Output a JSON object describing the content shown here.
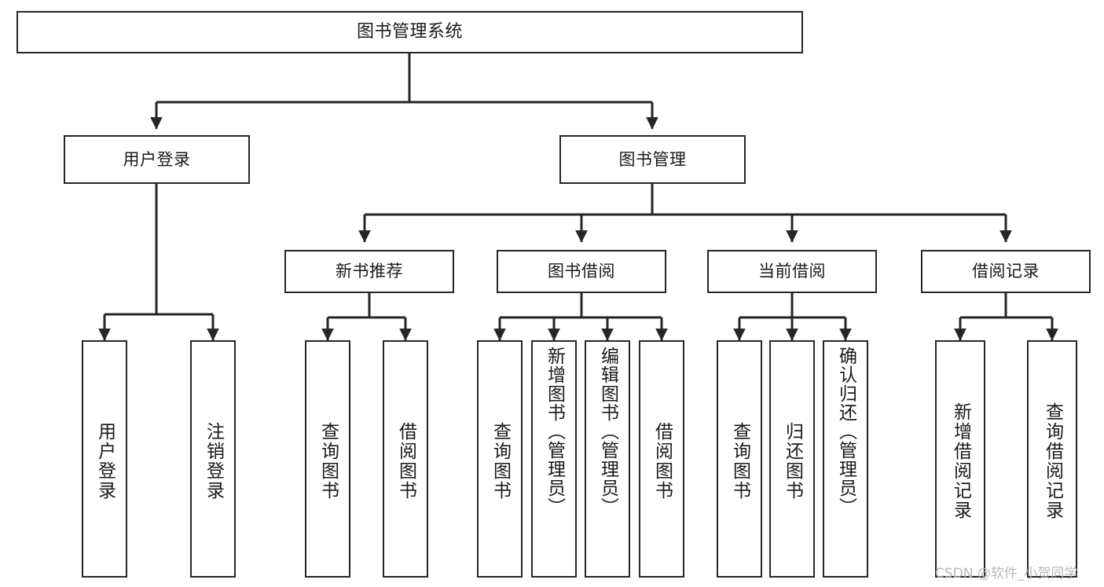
{
  "diagram": {
    "title": "图书管理系统",
    "type": "tree-hierarchy-chart",
    "root": {
      "label": "图书管理系统"
    },
    "level2": [
      {
        "label": "用户登录"
      },
      {
        "label": "图书管理"
      }
    ],
    "level3": [
      {
        "label": "新书推荐"
      },
      {
        "label": "图书借阅"
      },
      {
        "label": "当前借阅"
      },
      {
        "label": "借阅记录"
      }
    ],
    "leaves": {
      "user_login": [
        {
          "label": "用户登录"
        },
        {
          "label": "注销登录"
        }
      ],
      "new_book_recommend": [
        {
          "label": "查询图书"
        },
        {
          "label": "借阅图书"
        }
      ],
      "book_borrow": [
        {
          "label": "查询图书"
        },
        {
          "label": "新增图书（管理员）"
        },
        {
          "label": "编辑图书（管理员）"
        },
        {
          "label": "借阅图书"
        }
      ],
      "current_borrow": [
        {
          "label": "查询图书"
        },
        {
          "label": "归还图书"
        },
        {
          "label": "确认归还（管理员）"
        }
      ],
      "borrow_record": [
        {
          "label": "新增借阅记录"
        },
        {
          "label": "查询借阅记录"
        }
      ]
    }
  },
  "watermark": {
    "text": "CSDN @软件_小贺同学"
  },
  "colors": {
    "stroke": "#262626",
    "background": "#ffffff",
    "text": "#1a1a1a",
    "watermark": "#b9b9b9"
  }
}
